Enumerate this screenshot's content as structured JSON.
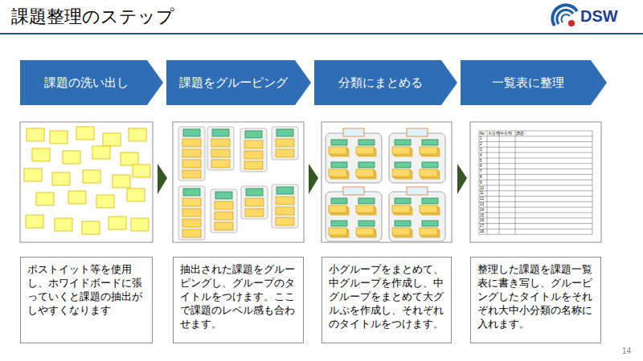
{
  "diagram": {
    "title": "課題整理のステップ",
    "nodes": [
      {
        "text": [
          "課題の洗い出し"
        ]
      },
      {
        "text": [
          "課題をグルーピング"
        ]
      },
      {
        "text": [
          "分類にまとめる"
        ]
      },
      {
        "text": [
          "一覧表に整理"
        ]
      },
      {
        "text": [
          "ポストイット等を使用し、ホワイドボードに張っていくと課題の抽出がしやすくなります"
        ]
      },
      {
        "text": [
          "抽出された課題をグルーピングし、グループのタイトルをつけます。ここで課題のレベル感も合わせます。"
        ]
      },
      {
        "text": [
          "小グループをまとめて、中グループを作成し、中グループをまとめて大グルぷを作成し、それぞれのタイトルをつけます。"
        ]
      },
      {
        "text": [
          "整理した課題を課題一覧表に書き写し、グルーピングしたタイトルをそれぞれ大中小分類の名称に入れます。"
        ]
      }
    ],
    "edges": [],
    "labels": [
      "DSW",
      "14",
      "No",
      "大分類",
      "中分類",
      "課題",
      "1",
      "2",
      "3",
      "4",
      "5",
      "6",
      "7",
      "8",
      "9",
      "10",
      "11",
      "12",
      "13",
      "14",
      "15",
      "16",
      "17",
      "18"
    ]
  }
}
